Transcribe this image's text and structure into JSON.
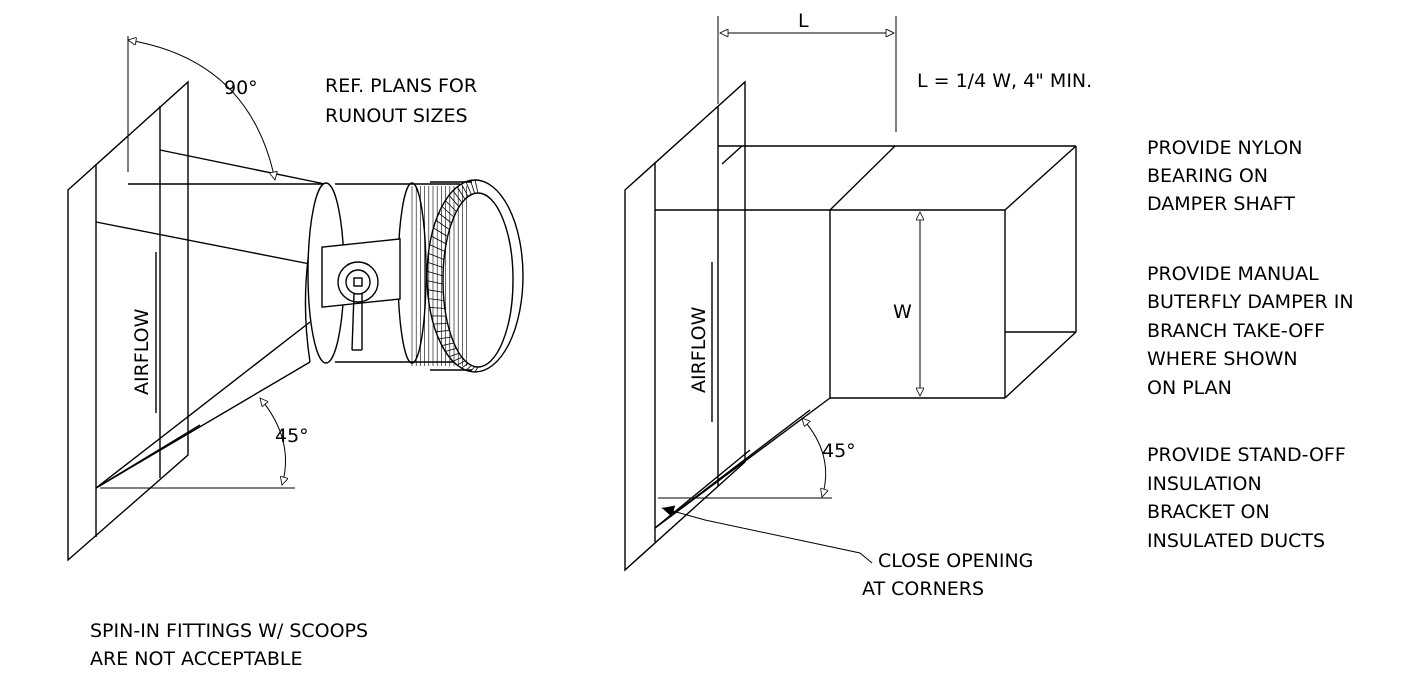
{
  "left_detail": {
    "angle_top": "90°",
    "angle_bottom": "45°",
    "airflow_label": "AIRFLOW",
    "note": [
      "REF. PLANS FOR",
      "RUNOUT SIZES"
    ],
    "bottom_note": [
      "SPIN-IN FITTINGS W/ SCOOPS",
      "ARE NOT ACCEPTABLE"
    ]
  },
  "right_detail": {
    "dim_L": "L",
    "dim_W": "W",
    "dim_note": "L = 1/4 W, 4\" MIN.",
    "angle_bottom": "45°",
    "airflow_label": "AIRFLOW",
    "callout": [
      "CLOSE OPENING",
      "AT CORNERS"
    ]
  },
  "notes": [
    [
      "PROVIDE NYLON",
      "BEARING ON",
      "DAMPER SHAFT"
    ],
    [
      "PROVIDE MANUAL",
      "BUTERFLY DAMPER IN",
      "BRANCH TAKE-OFF",
      "WHERE SHOWN",
      "ON PLAN"
    ],
    [
      "PROVIDE STAND-OFF",
      "INSULATION",
      "BRACKET ON",
      "INSULATED DUCTS"
    ]
  ]
}
